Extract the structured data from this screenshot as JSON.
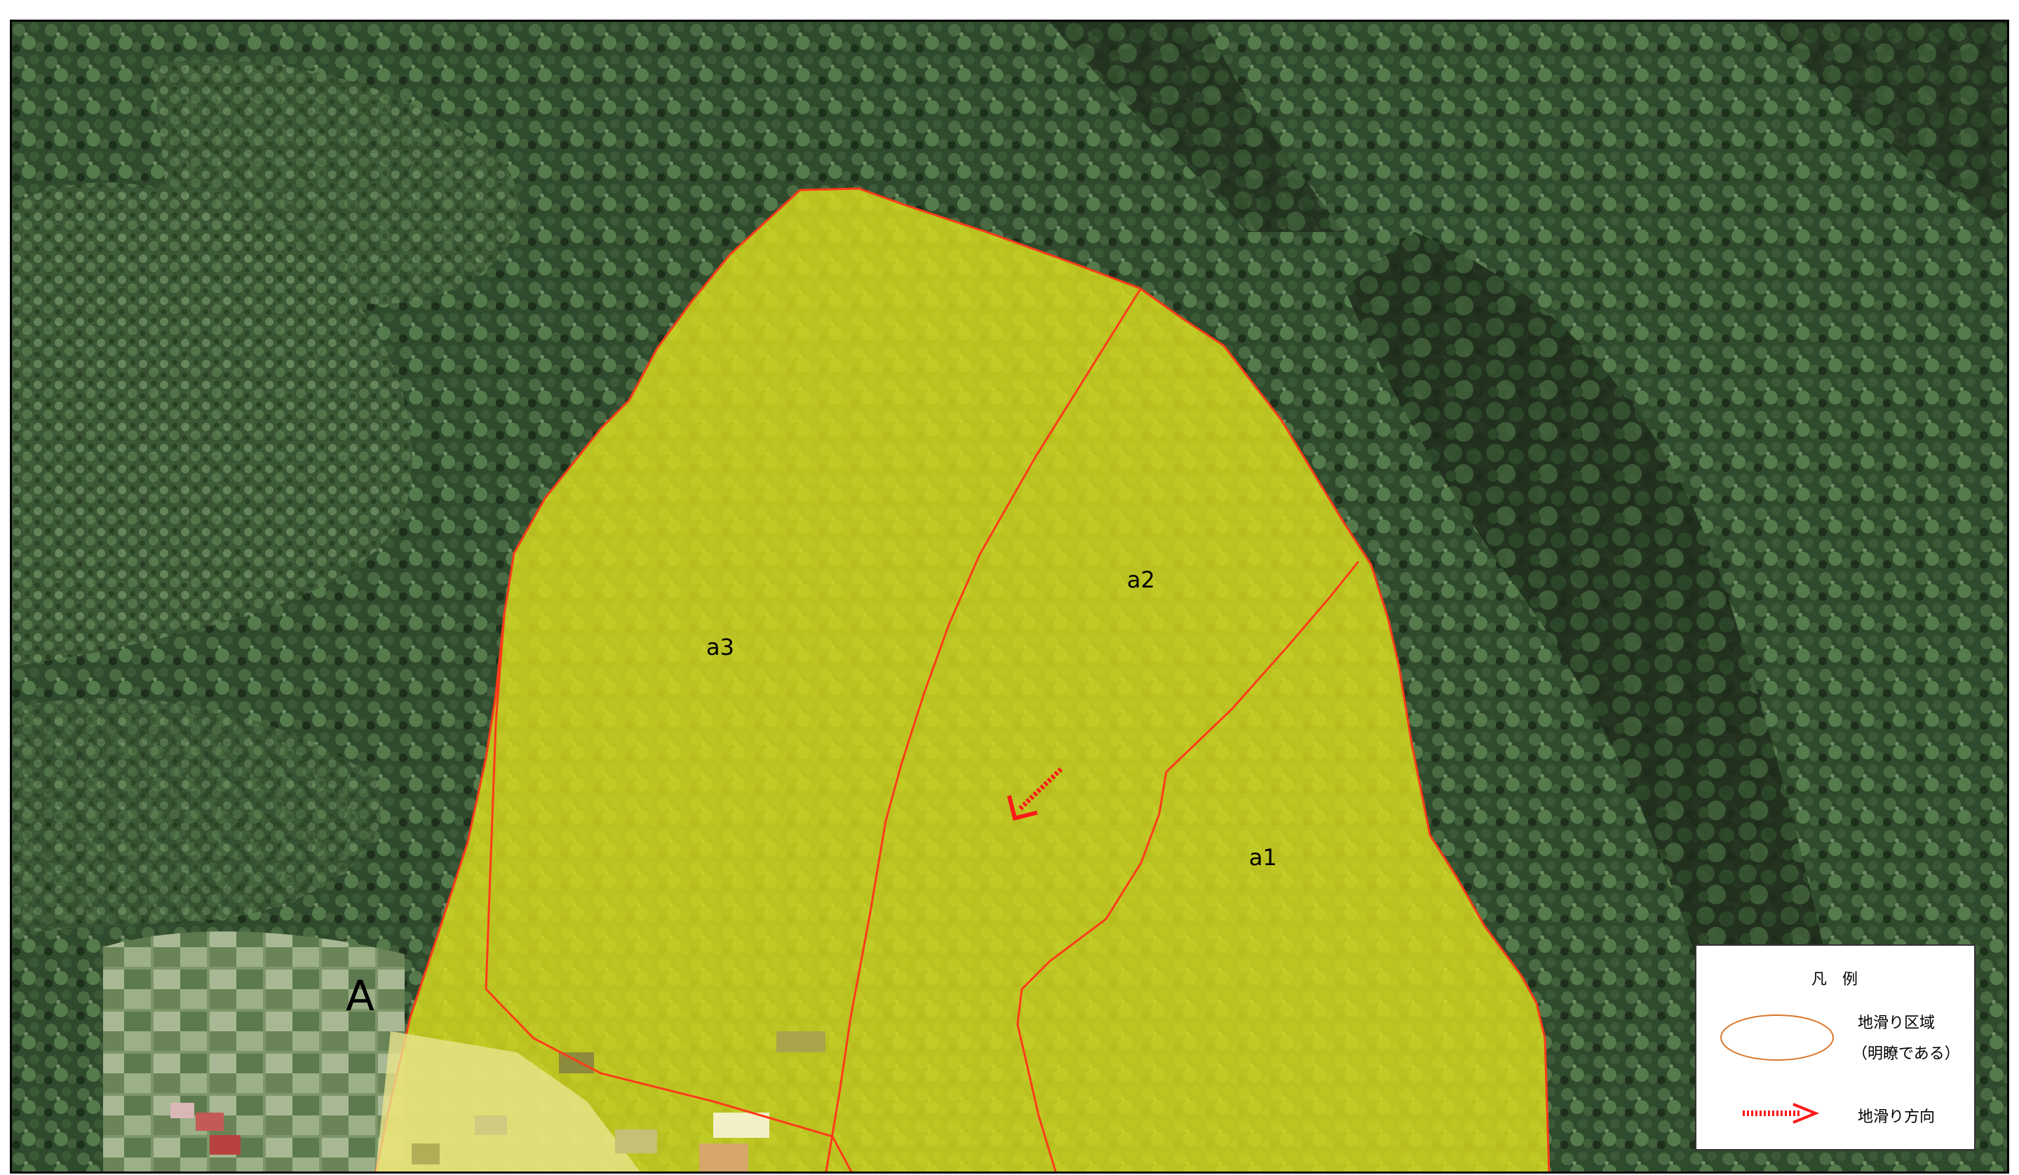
{
  "map": {
    "zone_labels": [
      "a1",
      "a2",
      "a3"
    ],
    "section_label": "A",
    "colors": {
      "landslide_fill": "#d9dd1f",
      "landslide_outline": "#ff3b1a",
      "direction_arrow": "#ff1a1a",
      "forest_dark": "#22331f",
      "forest_light": "#5d7a54"
    },
    "direction_arrow_icon": "landslide-direction-arrow-icon"
  },
  "legend": {
    "title": "凡　例",
    "items": [
      {
        "icon": "landslide-area-ellipse-icon",
        "label_line1": "地滑り区域",
        "label_line2": "（明瞭である）"
      },
      {
        "icon": "landslide-direction-arrow-icon",
        "label_line1": "地滑り方向"
      }
    ]
  }
}
